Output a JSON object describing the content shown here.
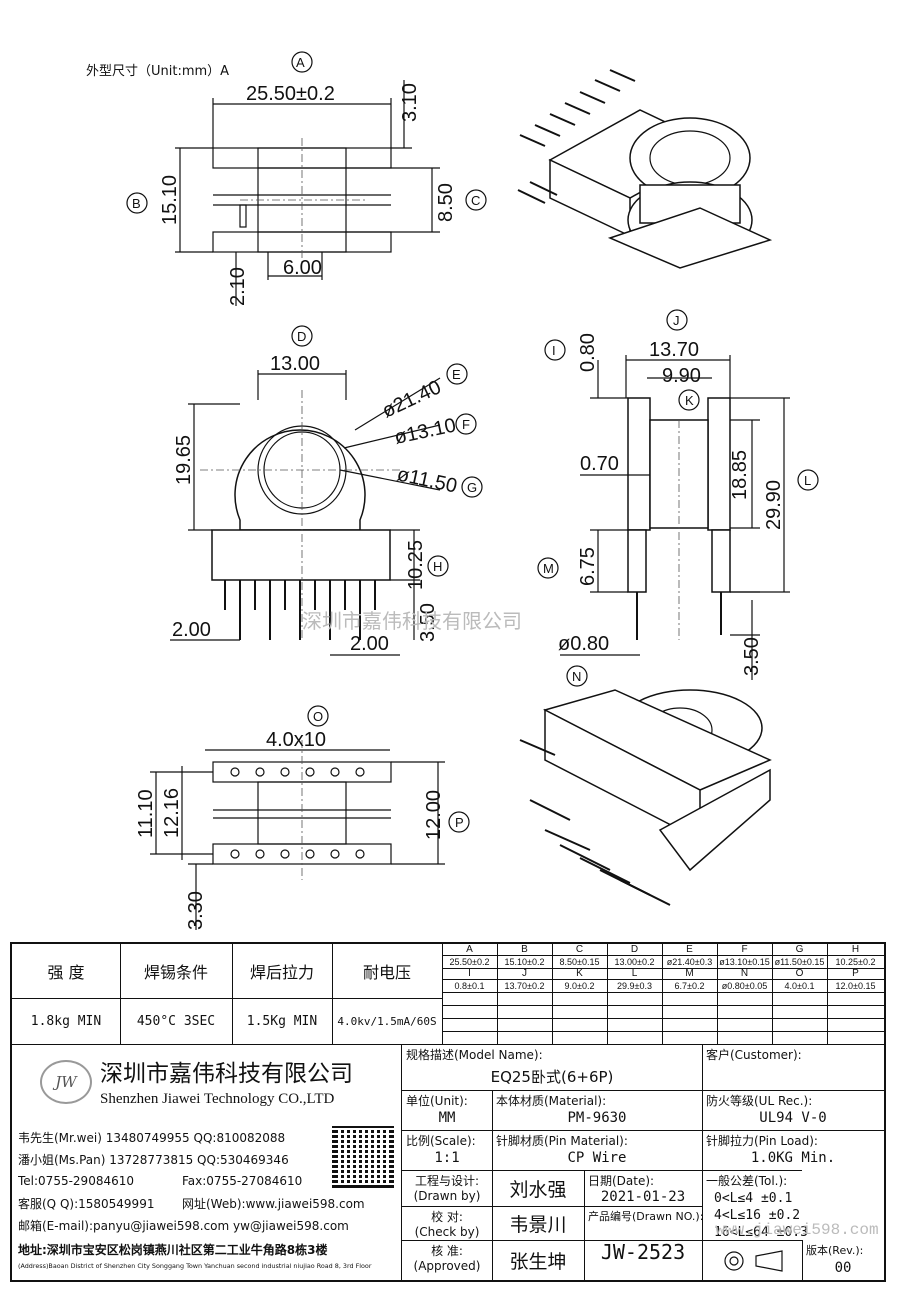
{
  "drawing": {
    "header_note": "外型尺寸（Unit:mm）A",
    "watermark": "深圳市嘉伟科技有限公司",
    "callouts": [
      "A",
      "B",
      "C",
      "D",
      "E",
      "F",
      "G",
      "H",
      "I",
      "J",
      "K",
      "L",
      "M",
      "N",
      "O",
      "P"
    ],
    "dims": {
      "a": "25.50±0.2",
      "b": "15.10",
      "c": "8.50",
      "top_offset": "3.10",
      "slot_w": "6.00",
      "slot_h": "2.10",
      "d": "13.00",
      "e": "ø21.40",
      "f": "ø13.10",
      "g": "ø11.50",
      "h_total": "19.65",
      "h": "10.25",
      "pin_pitch_l": "2.00",
      "pin_pitch_r": "2.00",
      "pin_h": "3.50",
      "j": "13.70",
      "i": "0.80",
      "k": "9.90",
      "wall": "0.70",
      "inner_h": "18.85",
      "l": "29.90",
      "m": "6.75",
      "n": "ø0.80",
      "pin_len": "3.50",
      "o": "4.0x10",
      "p": "12.00",
      "w1": "11.10",
      "w2": "12.16",
      "bottom": "3.30"
    }
  },
  "table": {
    "spec_headers": [
      "强  度",
      "焊锡条件",
      "焊后拉力",
      "耐电压"
    ],
    "spec_values": [
      "1.8kg MIN",
      "450°C 3SEC",
      "1.5Kg MIN",
      "4.0kv/1.5mA/60S"
    ],
    "dim_letters_1": [
      "A",
      "B",
      "C",
      "D",
      "E",
      "F",
      "G",
      "H"
    ],
    "dim_values_1": [
      "25.50±0.2",
      "15.10±0.2",
      "8.50±0.15",
      "13.00±0.2",
      "ø21.40±0.3",
      "ø13.10±0.15",
      "ø11.50±0.15",
      "10.25±0.2"
    ],
    "dim_letters_2": [
      "I",
      "J",
      "K",
      "L",
      "M",
      "N",
      "O",
      "P"
    ],
    "dim_values_2": [
      "0.8±0.1",
      "13.70±0.2",
      "9.0±0.2",
      "29.9±0.3",
      "6.7±0.2",
      "ø0.80±0.05",
      "4.0±0.1",
      "12.0±0.15"
    ],
    "company": {
      "logo": "JW",
      "name_cn": "深圳市嘉伟科技有限公司",
      "name_en": "Shenzhen Jiawei Technology CO.,LTD",
      "contact1": "韦先生(Mr.wei) 13480749955 QQ:810082088",
      "contact2": "潘小姐(Ms.Pan) 13728773815 QQ:530469346",
      "tel": "Tel:0755-29084610",
      "fax": "Fax:0755-27084610",
      "qq": "客服(Q Q):1580549991",
      "web": "网址(Web):www.jiawei598.com",
      "email": "邮箱(E-mail):panyu@jiawei598.com  yw@jiawei598.com",
      "addr_cn": "地址:深圳市宝安区松岗镇燕川社区第二工业牛角路8栋3楼",
      "addr_en": "(Address)Baoan District of Shenzhen City Songgang Town Yanchuan second industrial niujiao Road 8, 3rd Floor"
    },
    "info": {
      "model_label": "规格描述(Model Name):",
      "model_value": "EQ25卧式(6+6P)",
      "customer_label": "客户(Customer):",
      "unit_label": "单位(Unit):",
      "unit_value": "MM",
      "material_label": "本体材质(Material):",
      "material_value": "PM-9630",
      "ul_label": "防火等级(UL Rec.):",
      "ul_value": "UL94 V-0",
      "scale_label": "比例(Scale):",
      "scale_value": "1:1",
      "pin_mat_label": "针脚材质(Pin Material):",
      "pin_mat_value": "CP Wire",
      "pin_load_label": "针脚拉力(Pin Load):",
      "pin_load_value": "1.0KG Min.",
      "drawn_label1": "工程与设计:",
      "drawn_label2": "(Drawn by)",
      "drawn_value": "刘水强",
      "date_label": "日期(Date):",
      "date_value": "2021-01-23",
      "tol_label": "一般公差(Tol.):",
      "tol1": "0<L≤4    ±0.1",
      "tol2": "4<L≤16   ±0.2",
      "tol3": "16<L≤64  ±0.3",
      "check_label1": "校  对:",
      "check_label2": "(Check by)",
      "check_value": "韦景川",
      "drawno_label": "产品编号(Drawn NO.):",
      "drawno_value": "JW-2523",
      "approve_label1": "核  准:",
      "approve_label2": "(Approved)",
      "approve_value": "张生坤",
      "rev_label": "版本(Rev.):",
      "rev_value": "00",
      "watermark_url": "www.jiawei598.com"
    }
  }
}
